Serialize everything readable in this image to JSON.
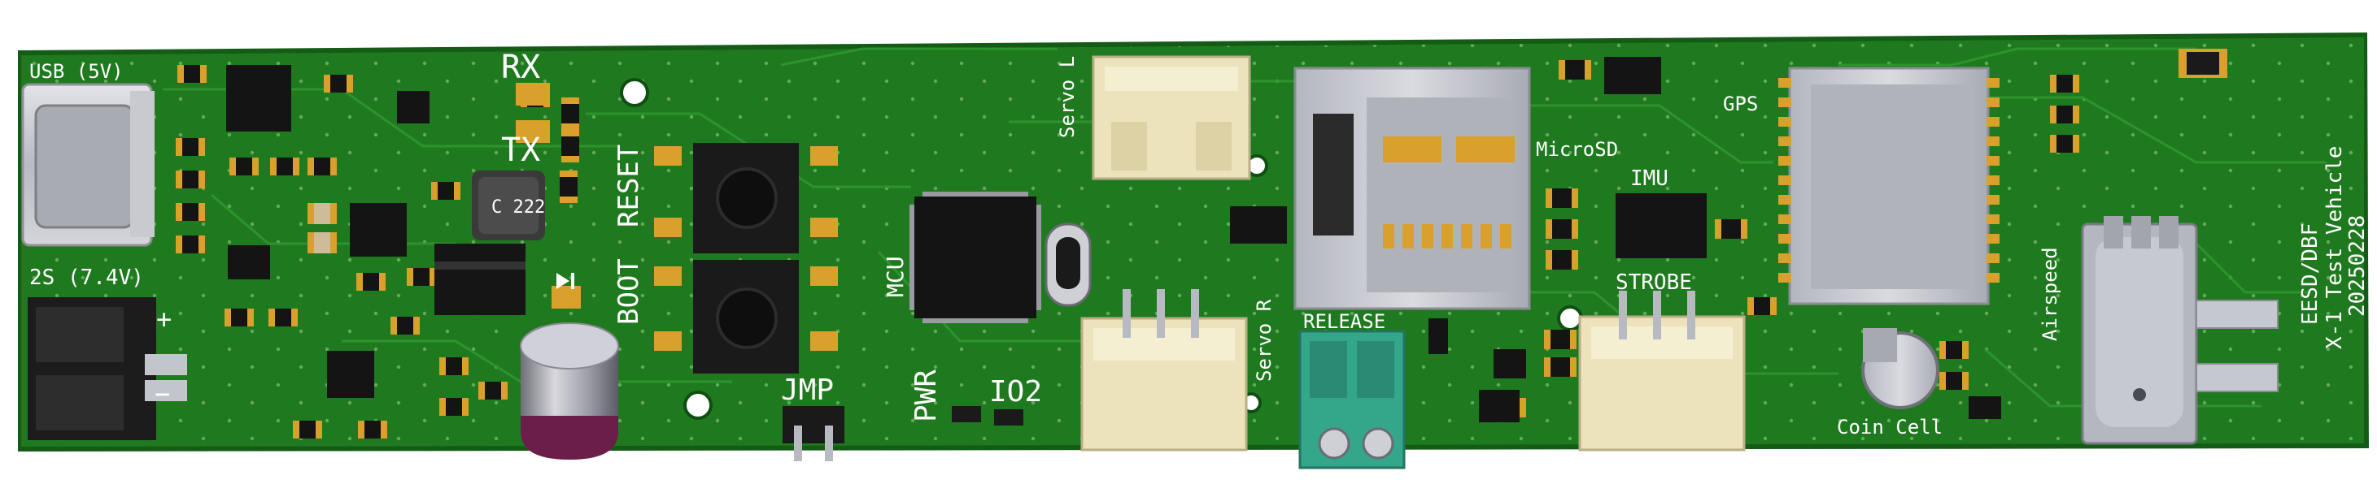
{
  "board": {
    "colors": {
      "pcb_green": "#1f7a1f",
      "pcb_green_dark": "#0f4f12",
      "silkscreen": "#ffffff",
      "pad_gold": "#d9a12b",
      "connector_cream": "#ece3bc",
      "terminal_teal": "#34a68a",
      "capacitor_purple": "#6b1e4a",
      "metal_gray": "#c3c5cc"
    },
    "labels": {
      "usb": "USB (5V)",
      "battery": "2S (7.4V)",
      "rx": "RX",
      "tx": "TX",
      "reset": "RESET",
      "boot": "BOOT",
      "jmp": "JMP",
      "pwr": "PWR",
      "io2": "IO2",
      "mcu": "MCU",
      "servo_l": "Servo L",
      "servo_r": "Servo R",
      "microsd": "MicroSD",
      "release": "RELEASE",
      "imu": "IMU",
      "strobe": "STROBE",
      "gps": "GPS",
      "coin_cell": "Coin Cell",
      "airspeed": "Airspeed",
      "org": "EESD/DBF",
      "vehicle": "X-1 Test Vehicle",
      "date": "20250228",
      "plus": "+",
      "minus": "−",
      "inductor_text": "C 222"
    }
  }
}
